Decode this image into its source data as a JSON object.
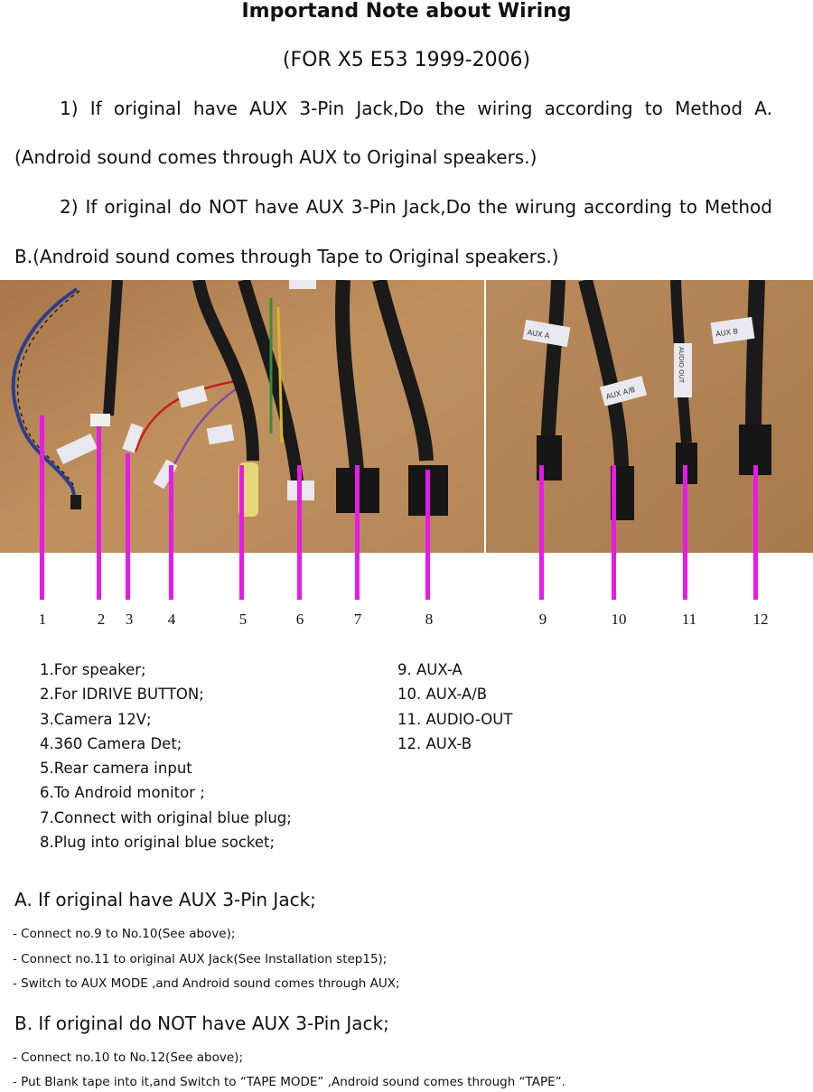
{
  "header": {
    "title": "Importand Note about Wiring",
    "subtitle": "(FOR X5 E53 1999-2006)"
  },
  "intro": {
    "p1_line1": "1) If original have AUX 3-Pin Jack,Do the wiring according to Method A.",
    "p1_line2": "(Android sound comes through AUX to Original speakers.)",
    "p2_line1": "2) If original do NOT have AUX 3-Pin Jack,Do the wirung according to Method",
    "p2_line2": "B.(Android sound comes through Tape to Original speakers.)"
  },
  "photo_labels": {
    "aux_a": "AUX A",
    "aux_ab": "AUX A/B",
    "audio_out": "AUDIO OUT",
    "aux_b": "AUX B"
  },
  "numbers": [
    "1",
    "2",
    "3",
    "4",
    "5",
    "6",
    "7",
    "8",
    "9",
    "10",
    "11",
    "12"
  ],
  "colors": {
    "pointer": "#e61be6",
    "background": "#b9875a"
  },
  "legend": {
    "left": [
      "1.For speaker;",
      "2.For IDRIVE BUTTON;",
      "3.Camera 12V;",
      "4.360 Camera Det;",
      "5.Rear camera input",
      "6.To Android monitor ;",
      "7.Connect with original blue plug;",
      "8.Plug into original blue socket;"
    ],
    "right": [
      "9. AUX-A",
      "10. AUX-A/B",
      "11. AUDIO-OUT",
      "12. AUX-B"
    ]
  },
  "method_a": {
    "heading": "A. If original have AUX 3-Pin Jack;",
    "steps": [
      "- Connect no.9 to No.10(See above);",
      "- Connect no.11 to original AUX Jack(See Installation step15);",
      "- Switch to AUX MODE ,and Android sound comes through AUX;"
    ]
  },
  "method_b": {
    "heading": "B. If original do NOT have AUX 3-Pin Jack;",
    "steps": [
      "- Connect no.10 to No.12(See above);",
      "- Put Blank tape into it,and Switch to “TAPE MODE” ,Android sound comes through “TAPE”."
    ]
  }
}
